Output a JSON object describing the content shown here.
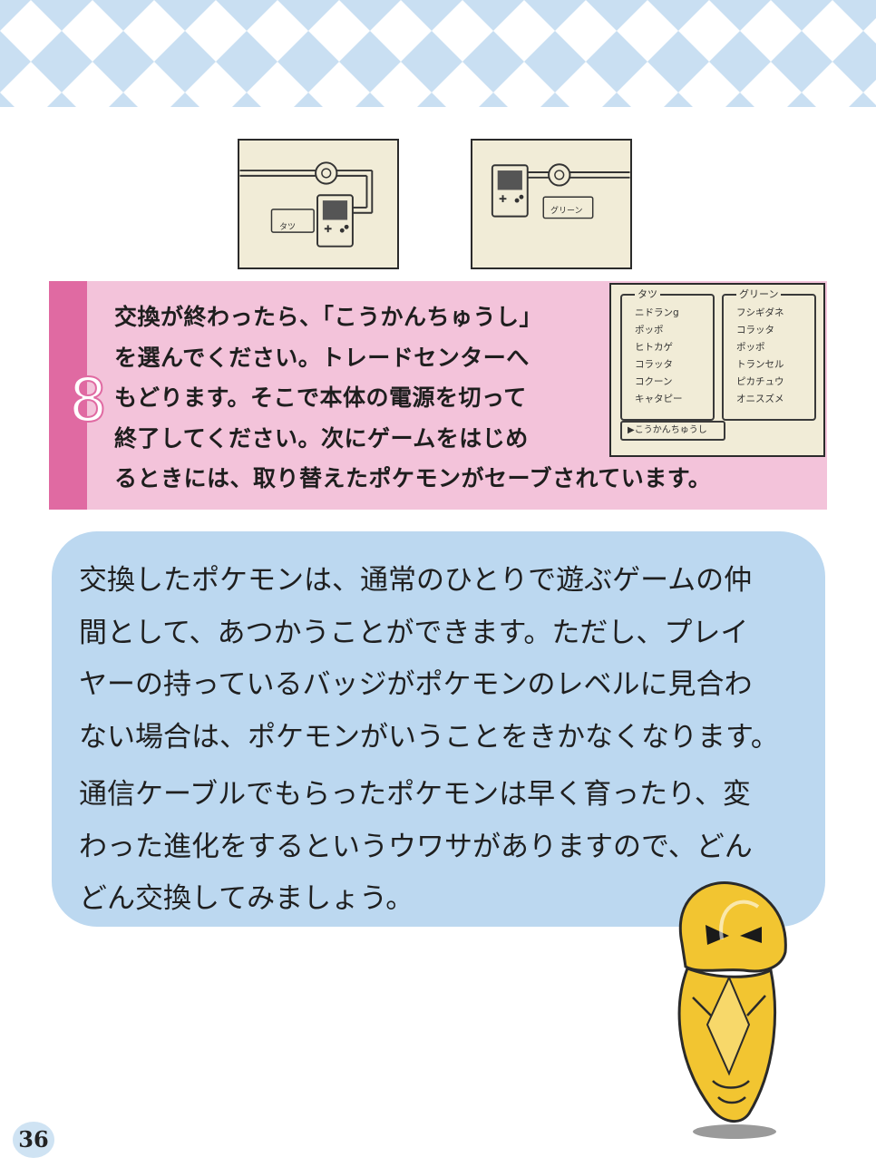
{
  "page": {
    "number": "36"
  },
  "screens": {
    "left_label": "タツ",
    "right_label": "グリーン"
  },
  "step": {
    "number": "8",
    "lines": [
      "交換が終わったら、「こうかんちゅうし」",
      "を選んでください。トレードセンターへ",
      "もどります。そこで本体の電源を切って",
      "終了してください。次にゲームをはじめ",
      "るときには、取り替えたポケモンがセーブされています。"
    ]
  },
  "trade_menu": {
    "left_player": "タツ",
    "left_pokemon": [
      "ニドランg",
      "ポッポ",
      "ヒトカゲ",
      "コラッタ",
      "コクーン",
      "キャタピー"
    ],
    "right_player": "グリーン",
    "right_pokemon": [
      "フシギダネ",
      "コラッタ",
      "ポッポ",
      "トランセル",
      "ピカチュウ",
      "オニスズメ"
    ],
    "cancel_option": "▶こうかんちゅうし"
  },
  "info": {
    "lines": [
      "交換したポケモンは、通常のひとりで遊ぶゲームの仲",
      "間として、あつかうことができます。ただし、プレイ",
      "ヤーの持っているバッジがポケモンのレベルに見合わ",
      "ない場合は、ポケモンがいうことをきかなくなります。",
      "通信ケーブルでもらったポケモンは早く育ったり、変",
      "わった進化をするというウワサがありますので、どん",
      "どん交換してみましょう。"
    ]
  },
  "colors": {
    "banner": "#c9dff2",
    "step_bg": "#f3c3da",
    "step_accent": "#e06aa2",
    "info_bg": "#bcd8f0",
    "screen_bg": "#f1ecd7",
    "kakuna": "#f2c531"
  }
}
